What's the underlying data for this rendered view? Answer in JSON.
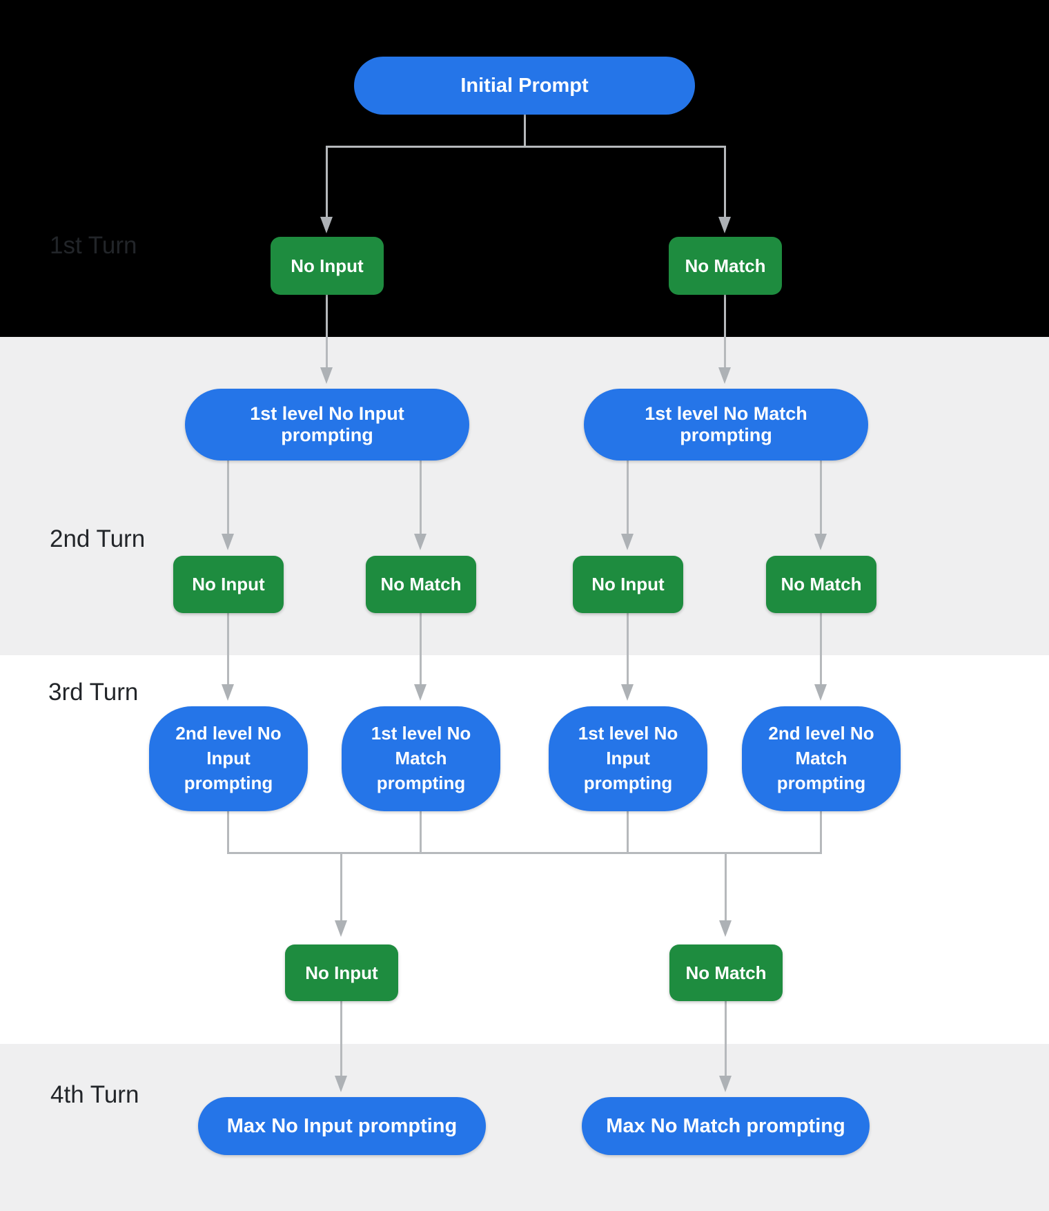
{
  "colors": {
    "prompt_blue": "#2575E8",
    "event_green": "#1E8C3F",
    "connector": "#B6B9BC",
    "arrowhead": "#ADB1B5",
    "band_black": "#000000",
    "band_gray": "#EFEFF0",
    "band_white": "#FFFFFF",
    "label_dark": "#222529",
    "node_text": "#FFFFFF"
  },
  "turn_labels": {
    "turn1": "1st Turn",
    "turn2": "2nd Turn",
    "turn3": "3rd Turn",
    "turn4": "4th Turn"
  },
  "nodes": {
    "initial_prompt": "Initial Prompt",
    "turn1_no_input": "No Input",
    "turn1_no_match": "No Match",
    "level1_no_input_prompting": "1st level No Input prompting",
    "level1_no_match_prompting": "1st level No Match prompting",
    "turn2_events": [
      "No Input",
      "No Match",
      "No Input",
      "No Match"
    ],
    "turn3_prompts": [
      "2nd level No Input prompting",
      "1st level No Match prompting",
      "1st level No Input prompting",
      "2nd level No Match prompting"
    ],
    "turn3_no_input": "No Input",
    "turn3_no_match": "No Match",
    "max_no_input_prompting": "Max No Input prompting",
    "max_no_match_prompting": "Max No Match prompting"
  }
}
